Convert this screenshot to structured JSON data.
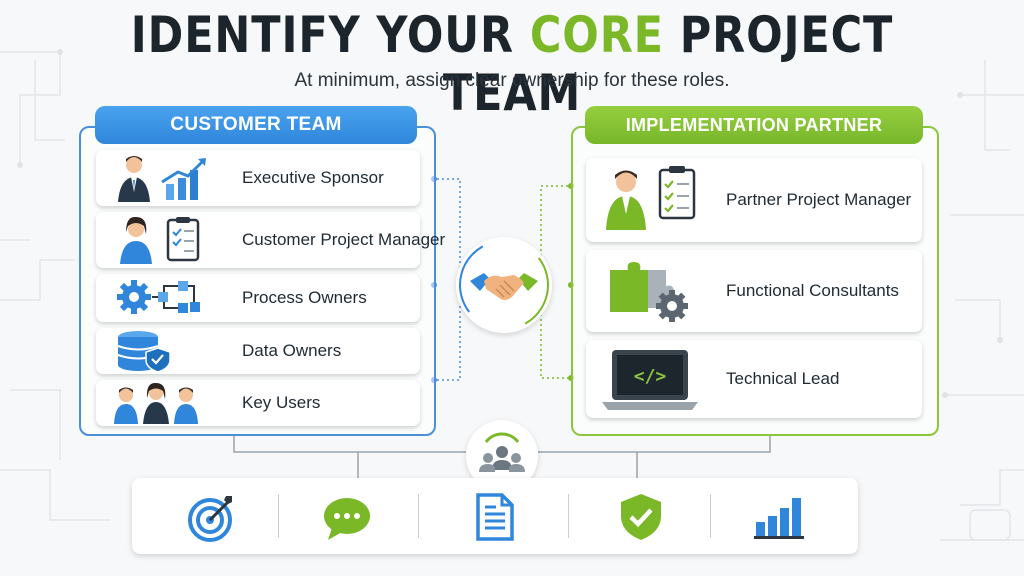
{
  "title": {
    "part1": "IDENTIFY YOUR ",
    "accent": "CORE",
    "part2": " PROJECT TEAM"
  },
  "subtitle": "At minimum, assign clear ownership for these roles.",
  "customer_team": {
    "header": "CUSTOMER TEAM",
    "roles": [
      {
        "label": "Executive Sponsor",
        "icon": "executive-growth-chart-icon"
      },
      {
        "label": "Customer Project Manager",
        "icon": "manager-clipboard-icon"
      },
      {
        "label": "Process Owners",
        "icon": "gear-flowchart-icon"
      },
      {
        "label": "Data Owners",
        "icon": "database-shield-icon"
      },
      {
        "label": "Key Users",
        "icon": "user-group-icon"
      }
    ]
  },
  "implementation_partner": {
    "header": "IMPLEMENTATION PARTNER",
    "roles": [
      {
        "label": "Partner Project Manager",
        "icon": "manager-clipboard-icon"
      },
      {
        "label": "Functional Consultants",
        "icon": "puzzle-gear-icon"
      },
      {
        "label": "Technical Lead",
        "icon": "laptop-code-icon"
      }
    ]
  },
  "center_icons": [
    "handshake-icon",
    "team-icon"
  ],
  "bottom_icons": [
    "target-icon",
    "chat-bubble-icon",
    "document-icon",
    "shield-check-icon",
    "bar-chart-icon"
  ],
  "colors": {
    "blue": "#2f86db",
    "green": "#7ab827",
    "dark": "#1c252c"
  }
}
